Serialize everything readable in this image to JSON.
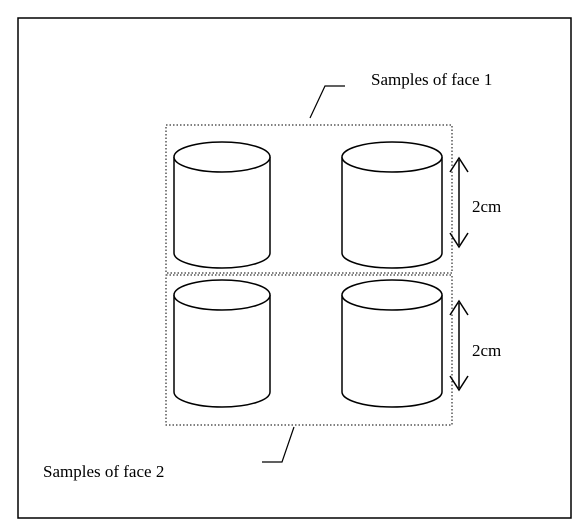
{
  "diagram": {
    "label_top": "Samples of face 1",
    "label_bottom": "Samples of face 2",
    "dimension_top": "2cm",
    "dimension_bottom": "2cm",
    "colors": {
      "stroke": "#000000",
      "background": "#ffffff"
    }
  }
}
